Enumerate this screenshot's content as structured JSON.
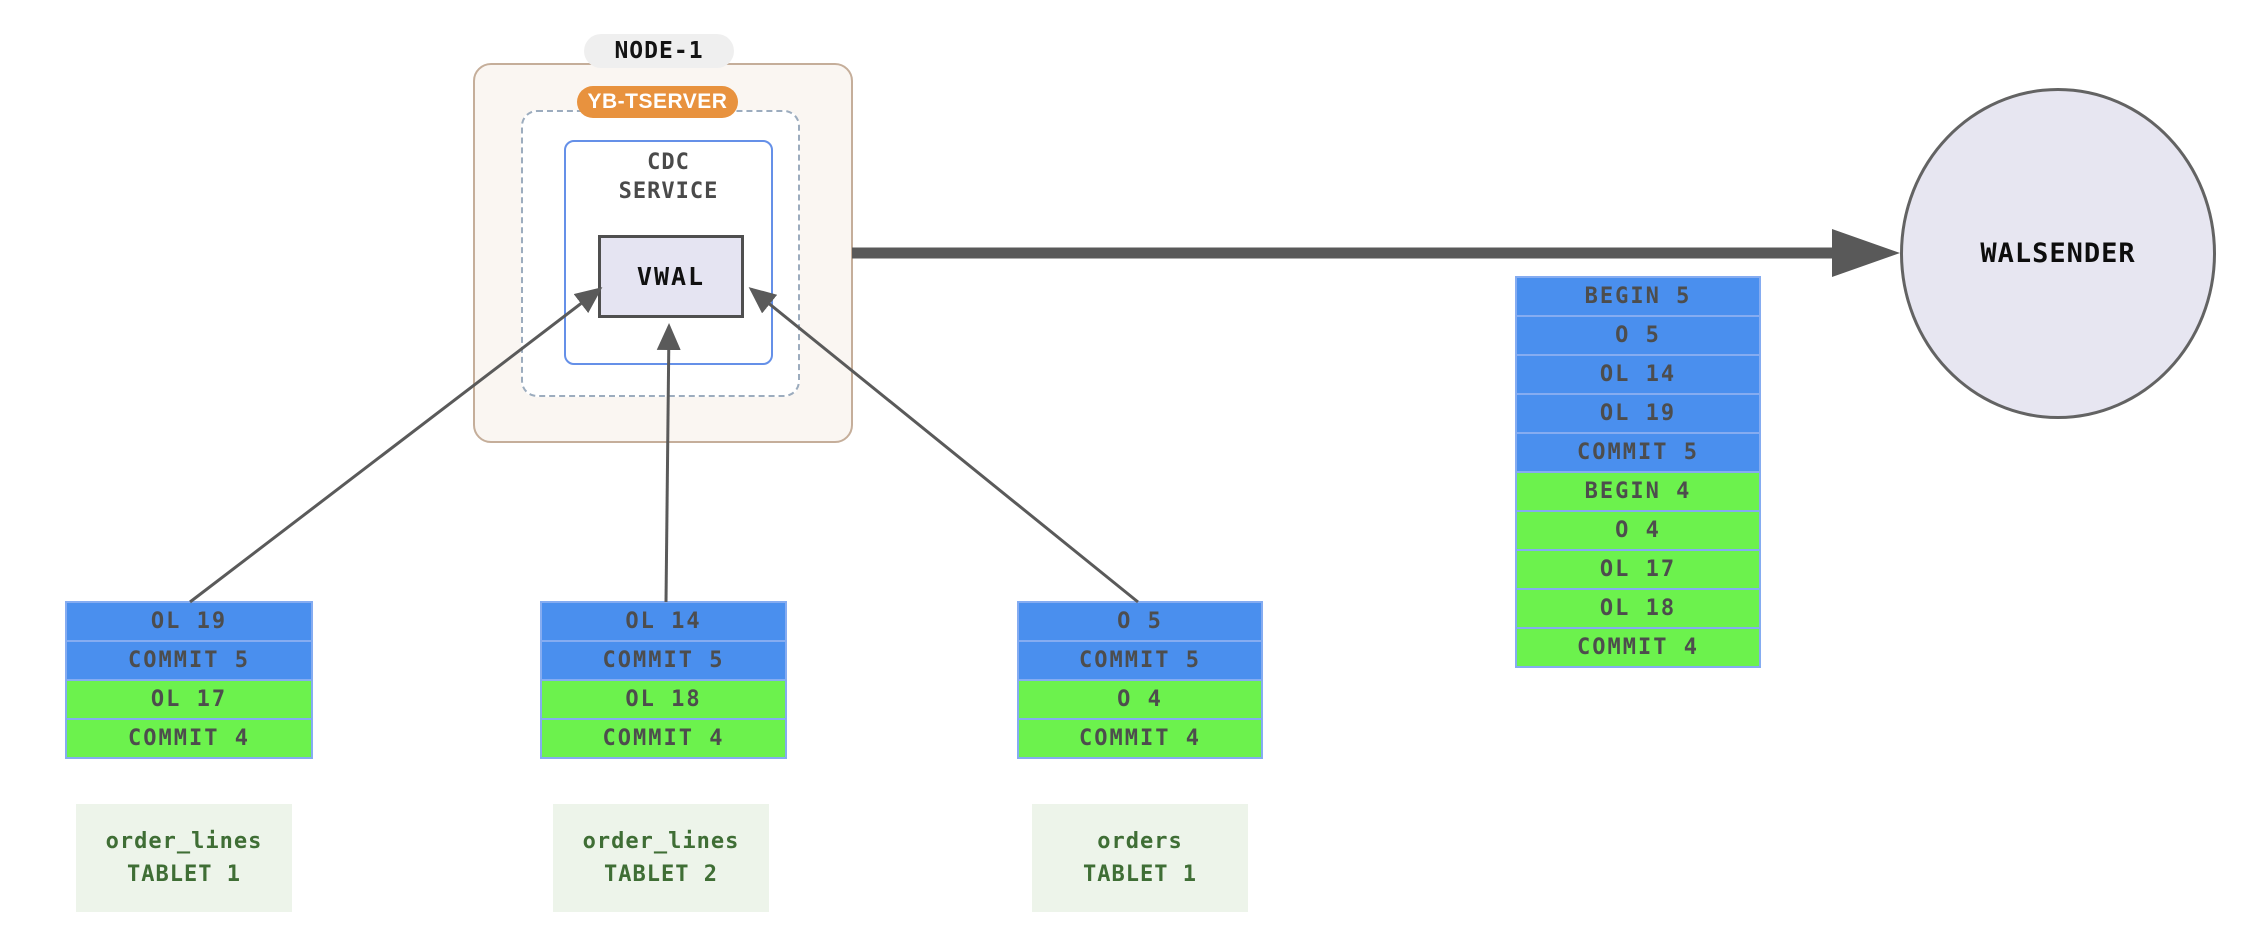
{
  "node": {
    "label": "NODE-1"
  },
  "tserver": {
    "label": "YB-TSERVER"
  },
  "cdc_service": {
    "label": "CDC\nSERVICE"
  },
  "vwal": {
    "label": "VWAL"
  },
  "walsender": {
    "label": "WALSENDER"
  },
  "merged_stream": {
    "rows": [
      {
        "label": "BEGIN 5",
        "color": "blue"
      },
      {
        "label": "O 5",
        "color": "blue"
      },
      {
        "label": "OL 14",
        "color": "blue"
      },
      {
        "label": "OL 19",
        "color": "blue"
      },
      {
        "label": "COMMIT 5",
        "color": "blue"
      },
      {
        "label": "BEGIN 4",
        "color": "green"
      },
      {
        "label": "O 4",
        "color": "green"
      },
      {
        "label": "OL 17",
        "color": "green"
      },
      {
        "label": "OL 18",
        "color": "green"
      },
      {
        "label": "COMMIT 4",
        "color": "green"
      }
    ]
  },
  "tablets": [
    {
      "caption": "order_lines\nTABLET 1",
      "rows": [
        {
          "label": "OL 19",
          "color": "blue"
        },
        {
          "label": "COMMIT 5",
          "color": "blue"
        },
        {
          "label": "OL 17",
          "color": "green"
        },
        {
          "label": "COMMIT 4",
          "color": "green"
        }
      ]
    },
    {
      "caption": "order_lines\nTABLET 2",
      "rows": [
        {
          "label": "OL 14",
          "color": "blue"
        },
        {
          "label": "COMMIT 5",
          "color": "blue"
        },
        {
          "label": "OL 18",
          "color": "green"
        },
        {
          "label": "COMMIT 4",
          "color": "green"
        }
      ]
    },
    {
      "caption": "orders\nTABLET 1",
      "rows": [
        {
          "label": "O 5",
          "color": "blue"
        },
        {
          "label": "COMMIT 5",
          "color": "blue"
        },
        {
          "label": "O 4",
          "color": "green"
        },
        {
          "label": "COMMIT 4",
          "color": "green"
        }
      ]
    }
  ],
  "colors": {
    "record_blue": "#4a8fee",
    "record_green": "#6cf24d",
    "tserver_orange": "#e8923e",
    "node_border_tan": "#c5ae9a",
    "cdc_border_blue": "#6590e8",
    "vwal_fill_lavender": "#e5e4f2",
    "walsender_fill_lavender": "#e7e6f1",
    "arrow_gray": "#595959",
    "caption_green_text": "#3f6e35",
    "caption_bg": "#edf4ea"
  }
}
